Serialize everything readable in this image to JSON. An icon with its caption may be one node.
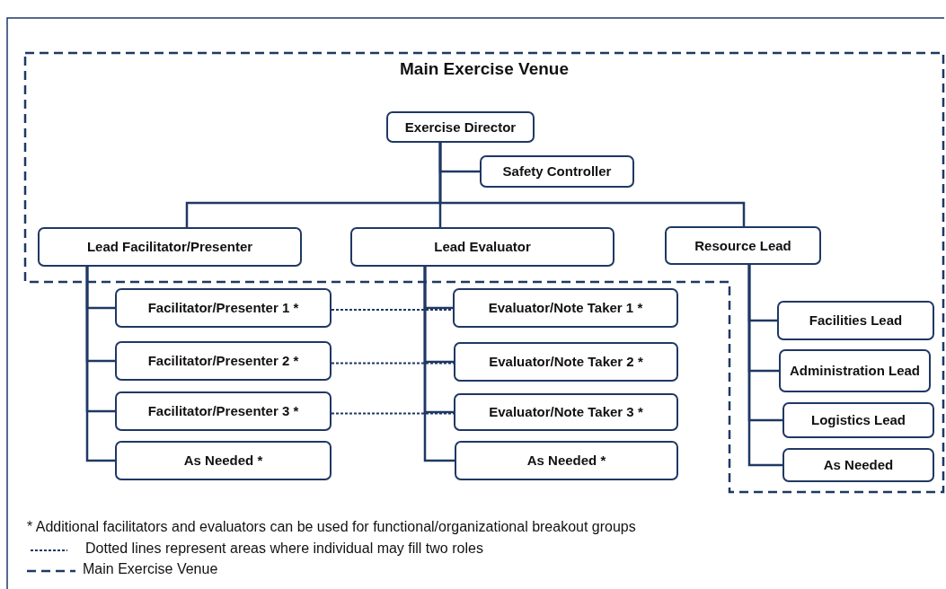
{
  "diagram": {
    "title": "Main Exercise Venue",
    "nodes": [
      {
        "text": [
          "Exercise Director"
        ]
      },
      {
        "text": [
          "Safety Controller"
        ]
      },
      {
        "text": [
          "Lead Facilitator/Presenter"
        ]
      },
      {
        "text": [
          "Lead Evaluator"
        ]
      },
      {
        "text": [
          "Resource Lead"
        ]
      },
      {
        "text": [
          "Facilitator/Presenter 1 *"
        ]
      },
      {
        "text": [
          "Facilitator/Presenter 2 *"
        ]
      },
      {
        "text": [
          "Facilitator/Presenter 3 *"
        ]
      },
      {
        "text": [
          "As Needed *"
        ]
      },
      {
        "text": [
          "Evaluator/Note Taker 1 *"
        ]
      },
      {
        "text": [
          "Evaluator/Note Taker 2 *"
        ]
      },
      {
        "text": [
          "Evaluator/Note Taker 3 *"
        ]
      },
      {
        "text": [
          "As Needed *"
        ]
      },
      {
        "text": [
          "Facilities Lead"
        ]
      },
      {
        "text": [
          "Administration Lead"
        ]
      },
      {
        "text": [
          "Logistics Lead"
        ]
      },
      {
        "text": [
          "As Needed"
        ]
      }
    ],
    "edges": [
      {
        "from": 0,
        "to": 1,
        "arrow": "none"
      },
      {
        "from": 0,
        "to": 2,
        "arrow": "none"
      },
      {
        "from": 0,
        "to": 3,
        "arrow": "none"
      },
      {
        "from": 0,
        "to": 4,
        "arrow": "none"
      },
      {
        "from": 2,
        "to": 5,
        "arrow": "none"
      },
      {
        "from": 2,
        "to": 6,
        "arrow": "none"
      },
      {
        "from": 2,
        "to": 7,
        "arrow": "none"
      },
      {
        "from": 2,
        "to": 8,
        "arrow": "none"
      },
      {
        "from": 3,
        "to": 9,
        "arrow": "none"
      },
      {
        "from": 3,
        "to": 10,
        "arrow": "none"
      },
      {
        "from": 3,
        "to": 11,
        "arrow": "none"
      },
      {
        "from": 3,
        "to": 12,
        "arrow": "none"
      },
      {
        "from": 4,
        "to": 13,
        "arrow": "none"
      },
      {
        "from": 4,
        "to": 14,
        "arrow": "none"
      },
      {
        "from": 4,
        "to": 15,
        "arrow": "none"
      },
      {
        "from": 4,
        "to": 16,
        "arrow": "none"
      },
      {
        "from": 5,
        "to": 9,
        "arrow": "none",
        "style": "dashed"
      },
      {
        "from": 6,
        "to": 10,
        "arrow": "none",
        "style": "dashed"
      },
      {
        "from": 7,
        "to": 11,
        "arrow": "none",
        "style": "dashed"
      }
    ],
    "labels": [
      "* Additional facilitators and evaluators can be used for functional/organizational breakout groups"
    ],
    "legend": [
      {
        "text": "Dotted lines represent areas where individual may fill two roles"
      },
      {
        "text": "Main Exercise Venue"
      }
    ]
  }
}
